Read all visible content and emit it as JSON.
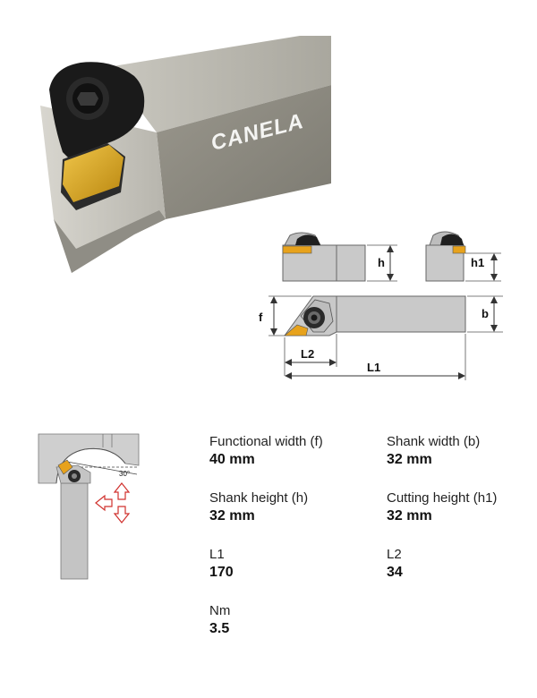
{
  "product": {
    "brand_logo": "CANELA",
    "colors": {
      "insert_gold": "#d9a21a",
      "steel": "#b4b2aa",
      "clamp_black": "#1a1a1a",
      "arrow_red": "#d0312d"
    }
  },
  "dimension_diagram": {
    "labels": {
      "h": "h",
      "h1": "h1",
      "f": "f",
      "b": "b",
      "L1": "L1",
      "L2": "L2"
    }
  },
  "application_diagram": {
    "angle_label": "30°"
  },
  "specs": [
    {
      "label": "Functional width (f)",
      "value": "40 mm"
    },
    {
      "label": "Shank width (b)",
      "value": "32 mm"
    },
    {
      "label": "Shank height (h)",
      "value": "32 mm"
    },
    {
      "label": "Cutting height (h1)",
      "value": "32 mm"
    },
    {
      "label": "L1",
      "value": "170"
    },
    {
      "label": "L2",
      "value": "34"
    },
    {
      "label": "Nm",
      "value": "3.5"
    }
  ]
}
